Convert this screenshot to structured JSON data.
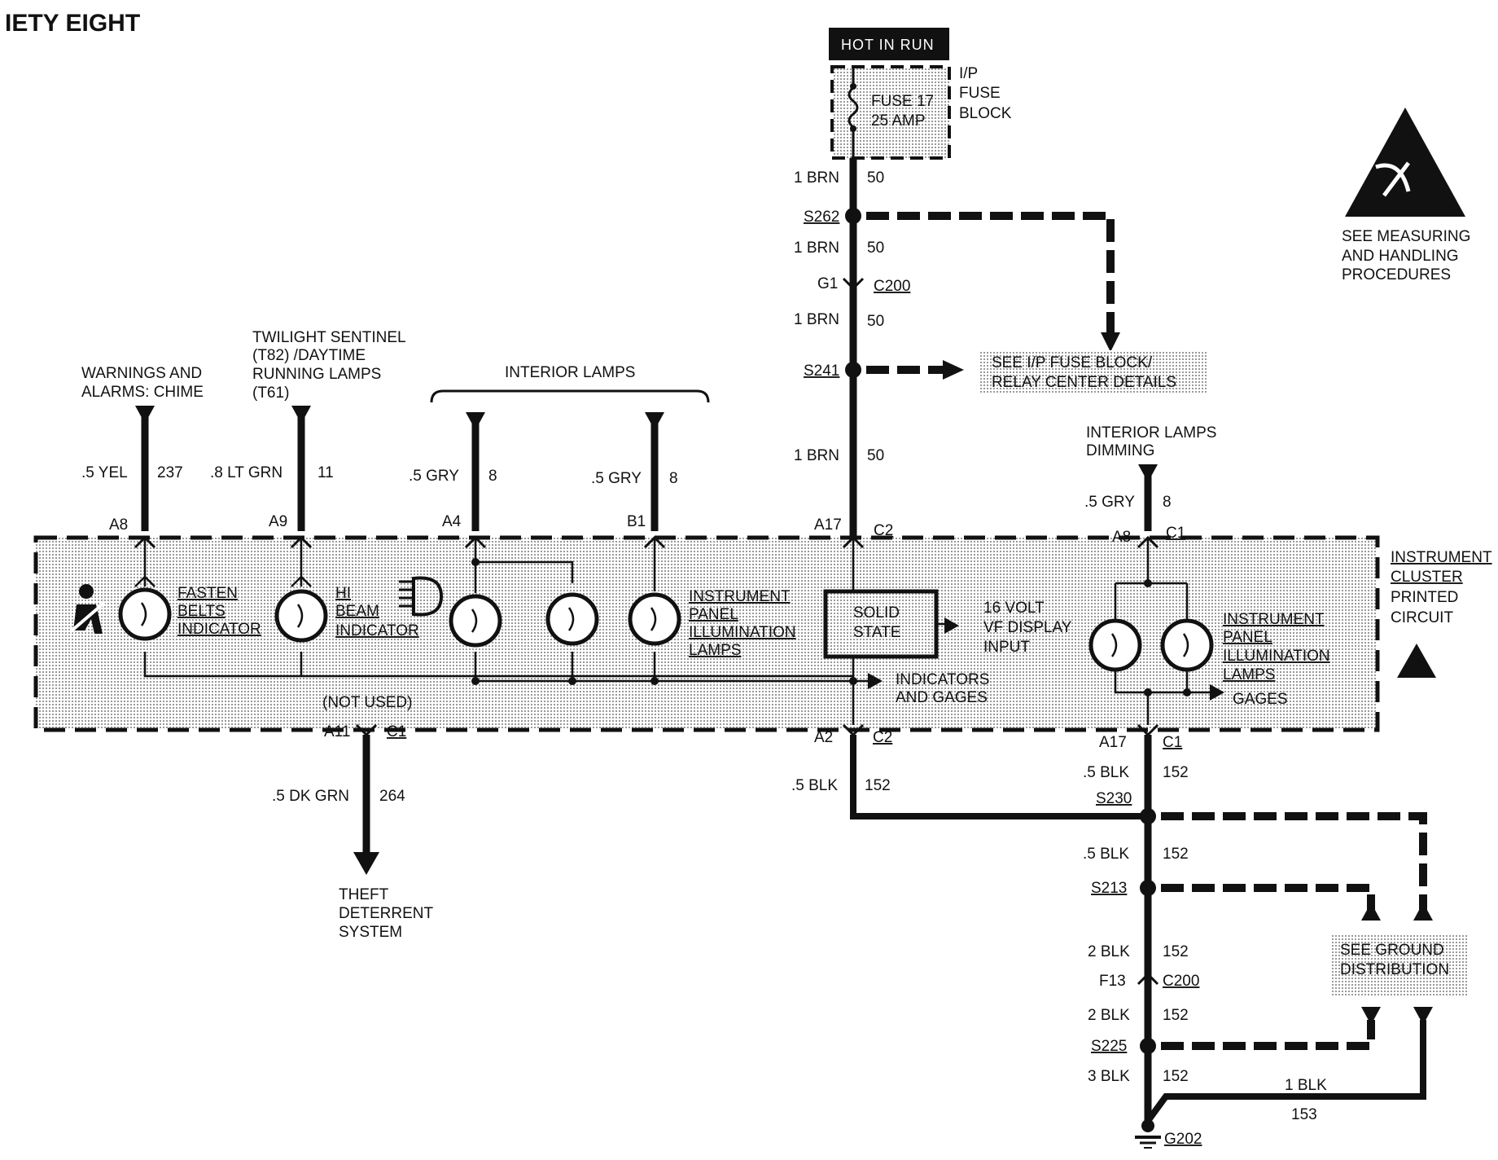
{
  "corner_title": "IETY EIGHT",
  "hot_in_run": "HOT IN RUN",
  "fuse": {
    "line1": "FUSE 17",
    "line2": "25 AMP"
  },
  "fuse_block": {
    "l1": "I/P",
    "l2": "FUSE",
    "l3": "BLOCK"
  },
  "esd_note": {
    "l1": "SEE MEASURING",
    "l2": "AND HANDLING",
    "l3": "PROCEDURES"
  },
  "wires": {
    "brn_a": {
      "size": "1 BRN",
      "circuit": "50"
    },
    "brn_b": {
      "size": "1 BRN",
      "circuit": "50"
    },
    "brn_c": {
      "size": "1 BRN",
      "circuit": "50"
    },
    "brn_d": {
      "size": "1 BRN",
      "circuit": "50"
    },
    "yel": {
      "size": ".5 YEL",
      "circuit": "237"
    },
    "ltgrn": {
      "size": ".8 LT GRN",
      "circuit": "11"
    },
    "gry1": {
      "size": ".5 GRY",
      "circuit": "8"
    },
    "gry2": {
      "size": ".5 GRY",
      "circuit": "8"
    },
    "gry3": {
      "size": ".5 GRY",
      "circuit": "8"
    },
    "dkgrn": {
      "size": ".5 DK GRN",
      "circuit": "264"
    },
    "blk_a": {
      "size": ".5 BLK",
      "circuit": "152"
    },
    "blk_b": {
      "size": ".5 BLK",
      "circuit": "152"
    },
    "blk_c": {
      "size": ".5 BLK",
      "circuit": "152"
    },
    "blk_d": {
      "size": "2 BLK",
      "circuit": "152"
    },
    "blk_e": {
      "size": "2 BLK",
      "circuit": "152"
    },
    "blk_f": {
      "size": "3 BLK",
      "circuit": "152"
    },
    "blk_g": {
      "size": "1 BLK",
      "circuit": "153"
    }
  },
  "splices": {
    "s262": "S262",
    "s241": "S241",
    "s230": "S230",
    "s213": "S213",
    "s225": "S225"
  },
  "connectors": {
    "g1": "G1",
    "c200a": "C200",
    "f13": "F13",
    "c200b": "C200",
    "a8": "A8",
    "a9": "A9",
    "a4": "A4",
    "b1": "B1",
    "a17_top": "A17",
    "c2_top": "C2",
    "a8_right": "A8",
    "c1_right": "C1",
    "a11": "A11",
    "c1_bottom": "C1",
    "a2": "A2",
    "c2_bottom": "C2",
    "a17_bottom": "A17",
    "c1_bottom_right": "C1",
    "g202": "G202"
  },
  "see_ip_fuse": {
    "l1": "SEE I/P FUSE BLOCK/",
    "l2": "RELAY CENTER DETAILS"
  },
  "see_ground": {
    "l1": "SEE GROUND",
    "l2": "DISTRIBUTION"
  },
  "warnings": {
    "l1": "WARNINGS  AND",
    "l2": "ALARMS: CHIME"
  },
  "twilight": {
    "l1": "TWILIGHT SENTINEL",
    "l2": "(T82) /DAYTIME",
    "l3": "RUNNING LAMPS",
    "l4": "(T61)"
  },
  "interior_lamps": "INTERIOR LAMPS",
  "interior_dimming": {
    "l1": "INTERIOR LAMPS",
    "l2": "DIMMING"
  },
  "cluster": {
    "l1": "INSTRUMENT",
    "l2": "CLUSTER",
    "l3": "PRINTED",
    "l4": "CIRCUIT"
  },
  "fasten": {
    "l1": "FASTEN",
    "l2": "BELTS",
    "l3": "INDICATOR"
  },
  "hibeam": {
    "l1": "HI",
    "l2": "BEAM",
    "l3": "INDICATOR"
  },
  "ip_lamps": {
    "l1": "INSTRUMENT",
    "l2": "PANEL",
    "l3": "ILLUMINATION",
    "l4": "LAMPS"
  },
  "ip_lamps_right": {
    "l1": "INSTRUMENT",
    "l2": "PANEL",
    "l3": "ILLUMINATION",
    "l4": "LAMPS"
  },
  "solid_state": {
    "l1": "SOLID",
    "l2": "STATE"
  },
  "vf_display": {
    "l1": "16 VOLT",
    "l2": "VF DISPLAY",
    "l3": "INPUT"
  },
  "indicators": {
    "l1": "INDICATORS",
    "l2": "AND GAGES"
  },
  "gages": "GAGES",
  "not_used": "(NOT USED)",
  "theft": {
    "l1": "THEFT",
    "l2": "DETERRENT",
    "l3": "SYSTEM"
  }
}
